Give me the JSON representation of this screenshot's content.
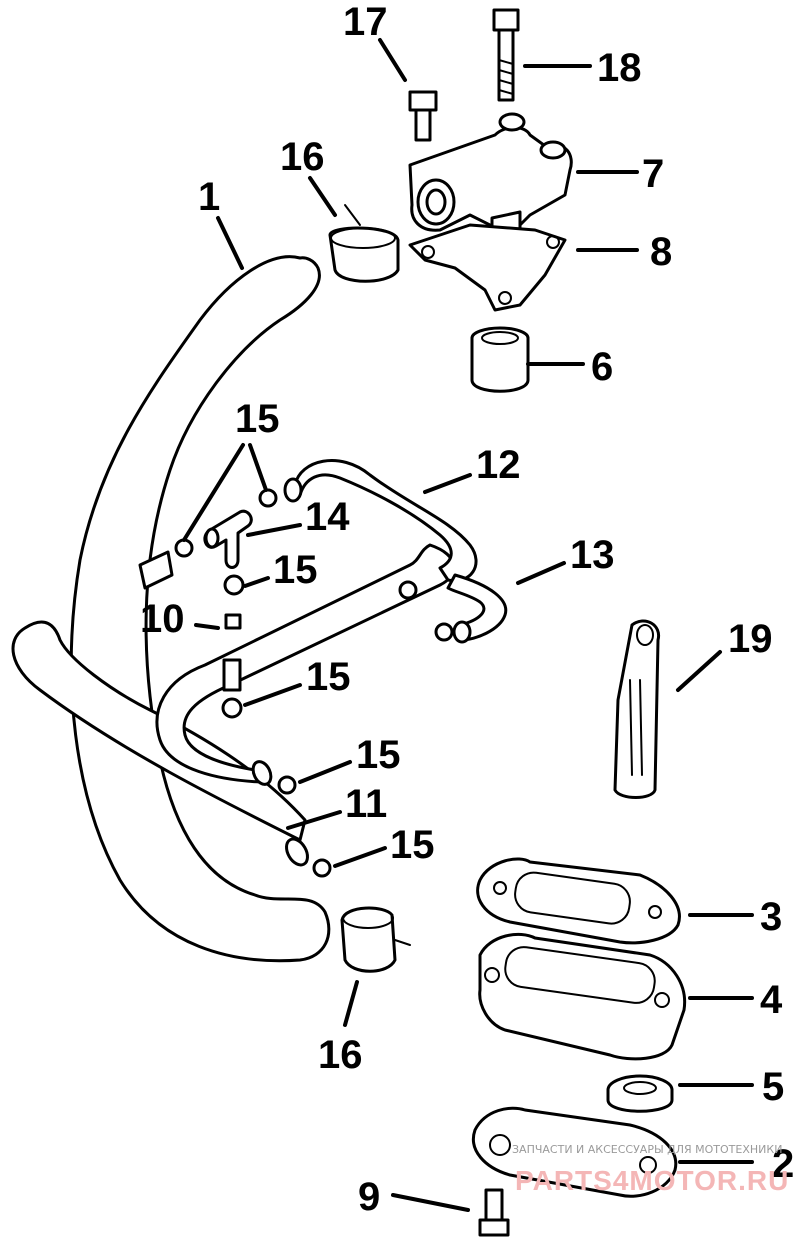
{
  "diagram": {
    "callouts": [
      {
        "id": "c17",
        "label": "17"
      },
      {
        "id": "c18",
        "label": "18"
      },
      {
        "id": "c16a",
        "label": "16"
      },
      {
        "id": "c1",
        "label": "1"
      },
      {
        "id": "c7",
        "label": "7"
      },
      {
        "id": "c8",
        "label": "8"
      },
      {
        "id": "c6",
        "label": "6"
      },
      {
        "id": "c15a",
        "label": "15"
      },
      {
        "id": "c12",
        "label": "12"
      },
      {
        "id": "c14",
        "label": "14"
      },
      {
        "id": "c15b",
        "label": "15"
      },
      {
        "id": "c13",
        "label": "13"
      },
      {
        "id": "c10",
        "label": "10"
      },
      {
        "id": "c19",
        "label": "19"
      },
      {
        "id": "c15c",
        "label": "15"
      },
      {
        "id": "c15d",
        "label": "15"
      },
      {
        "id": "c11",
        "label": "11"
      },
      {
        "id": "c15e",
        "label": "15"
      },
      {
        "id": "c3",
        "label": "3"
      },
      {
        "id": "c4",
        "label": "4"
      },
      {
        "id": "c16b",
        "label": "16"
      },
      {
        "id": "c5",
        "label": "5"
      },
      {
        "id": "c2",
        "label": "2"
      },
      {
        "id": "c9",
        "label": "9"
      }
    ]
  },
  "watermark": {
    "subtitle": "ЗАПЧАСТИ И АКСЕССУАРЫ ДЛЯ МОТОТЕХНИКИ",
    "brand": "PARTS4MOTOR.RU"
  }
}
